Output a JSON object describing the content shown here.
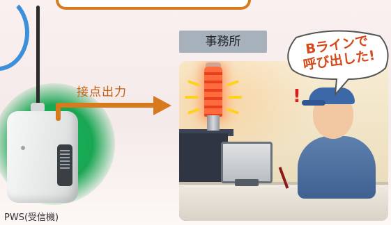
{
  "diagram": {
    "receiver_label": "PWS(受信機)",
    "output_label": "接点出力",
    "office_label": "事務所",
    "speech_bubble": {
      "line1": "Bラインで",
      "line2": "呼び出した!"
    }
  },
  "colors": {
    "accent_orange": "#d77a1e",
    "office_label_bg": "#a7b1bc",
    "glow_green": "#19a652",
    "beacon_red": "#e8411f",
    "bubble_text": "#d3491a"
  },
  "icons": {
    "receiver": "wireless-receiver-icon",
    "beacon": "signal-tower-light-icon",
    "arrow": "right-arrow-icon",
    "worker": "office-worker-icon"
  }
}
